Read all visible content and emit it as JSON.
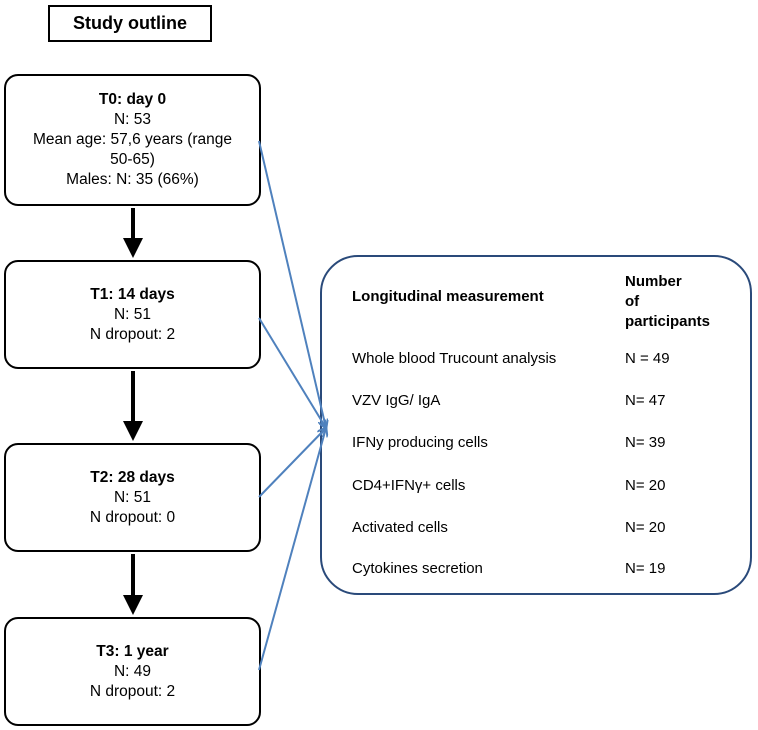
{
  "title": "Study outline",
  "stages": [
    {
      "heading": "T0: day 0",
      "lines": [
        "N: 53",
        "Mean age: 57,6 years (range",
        "50-65)",
        "Males: N: 35 (66%)"
      ]
    },
    {
      "heading": "T1: 14 days",
      "lines": [
        "N: 51",
        "N dropout:  2"
      ]
    },
    {
      "heading": "T2: 28 days",
      "lines": [
        "N: 51",
        "N dropout:  0"
      ]
    },
    {
      "heading": "T3: 1 year",
      "lines": [
        "N: 49",
        "N dropout:  2"
      ]
    }
  ],
  "measurements": {
    "header_label": "Longitudinal measurement",
    "header_count": [
      "Number",
      "of",
      "participants"
    ],
    "rows": [
      {
        "label": "Whole blood Trucount  analysis",
        "count": "N = 49"
      },
      {
        "label": "VZV IgG/ IgA",
        "count": "N= 47"
      },
      {
        "label": "IFNy producing cells",
        "count": "N= 39"
      },
      {
        "label": "CD4+IFNγ+ cells",
        "count": "N= 20"
      },
      {
        "label": "Activated cells",
        "count": "N= 20"
      },
      {
        "label": "Cytokines secretion",
        "count": "N= 19"
      }
    ]
  },
  "colors": {
    "connector": "#4f81bd",
    "box_border": "#000000",
    "panel_border": "#2a4a7a"
  }
}
